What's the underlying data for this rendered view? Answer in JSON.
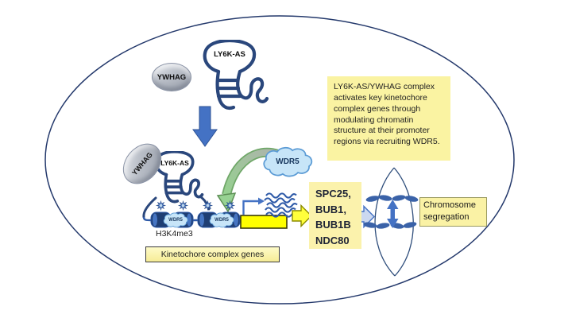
{
  "molecules": {
    "ywhag_top": "YWHAG",
    "ywhag_complex": "YWHAG",
    "ly6k_as_top": "LY6K-AS",
    "ly6k_as_complex": "LY6K-AS",
    "wdr5_free": "WDR5",
    "wdr5_nucleosome_left": "WDR5",
    "wdr5_nucleosome_right": "WDR5"
  },
  "labels": {
    "h3k4me3": "H3K4me3",
    "kinetochore_genes_caption": "Kinetochore complex genes",
    "chromosome_segregation": "Chromosome\nsegregation",
    "gene_list": "SPC25,\nBUB1,\nBUB1B\nNDC80",
    "annotation": "LY6K-AS/YWHAG  complex\nactivates key  kinetochore\ncomplex genes through\nmodulating chromatin\nstructure at their  promoter\nregions via recruiting WDR5."
  },
  "colors": {
    "membrane_outline": "#23386b",
    "rna_stroke": "#2a477c",
    "arrow_blue": "#4472c4",
    "gene_box_yellow": "#ffff00",
    "note_yellow": "#faf3a2",
    "wdr5_cloud_fill": "#c7e5f8",
    "wdr5_cloud_stroke": "#5b9bd5",
    "green_arrow": "#97d292",
    "nucleosome_fill": "#1f3e73",
    "chromosome_blue": "#3a62a8"
  }
}
